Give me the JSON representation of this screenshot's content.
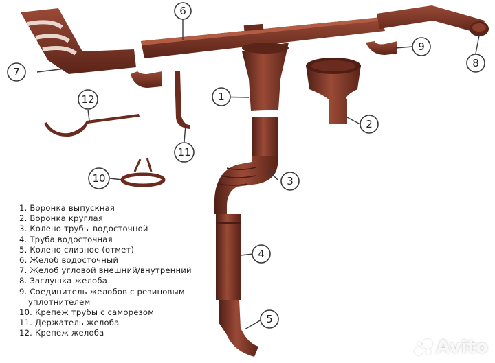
{
  "colors": {
    "pipe": "#7a3324",
    "pipe_light": "#9a4a36",
    "pipe_dark": "#4f1f16",
    "line": "#3a3a3a"
  },
  "callouts": [
    "1",
    "2",
    "3",
    "4",
    "5",
    "6",
    "7",
    "8",
    "9",
    "10",
    "11",
    "12"
  ],
  "legend": [
    {
      "num": "1.",
      "text": "Воронка выпускная"
    },
    {
      "num": "2.",
      "text": "Воронка круглая"
    },
    {
      "num": "3.",
      "text": "Колено трубы водосточной"
    },
    {
      "num": "4.",
      "text": "Труба водосточная"
    },
    {
      "num": "5.",
      "text": "Колено сливное (отмет)"
    },
    {
      "num": "6.",
      "text": "Желоб водосточный"
    },
    {
      "num": "7.",
      "text": "Желоб угловой внешний/внутренний"
    },
    {
      "num": "8.",
      "text": "Заглушка желоба"
    },
    {
      "num": "9.",
      "text": "Соединитель желобов с резиновым",
      "text2": "уплотнителем"
    },
    {
      "num": "10.",
      "text": "Крепеж трубы с саморезом"
    },
    {
      "num": "11.",
      "text": "Держатель желоба"
    },
    {
      "num": "12.",
      "text": "Крепеж желоба"
    }
  ],
  "watermark": "Avito"
}
